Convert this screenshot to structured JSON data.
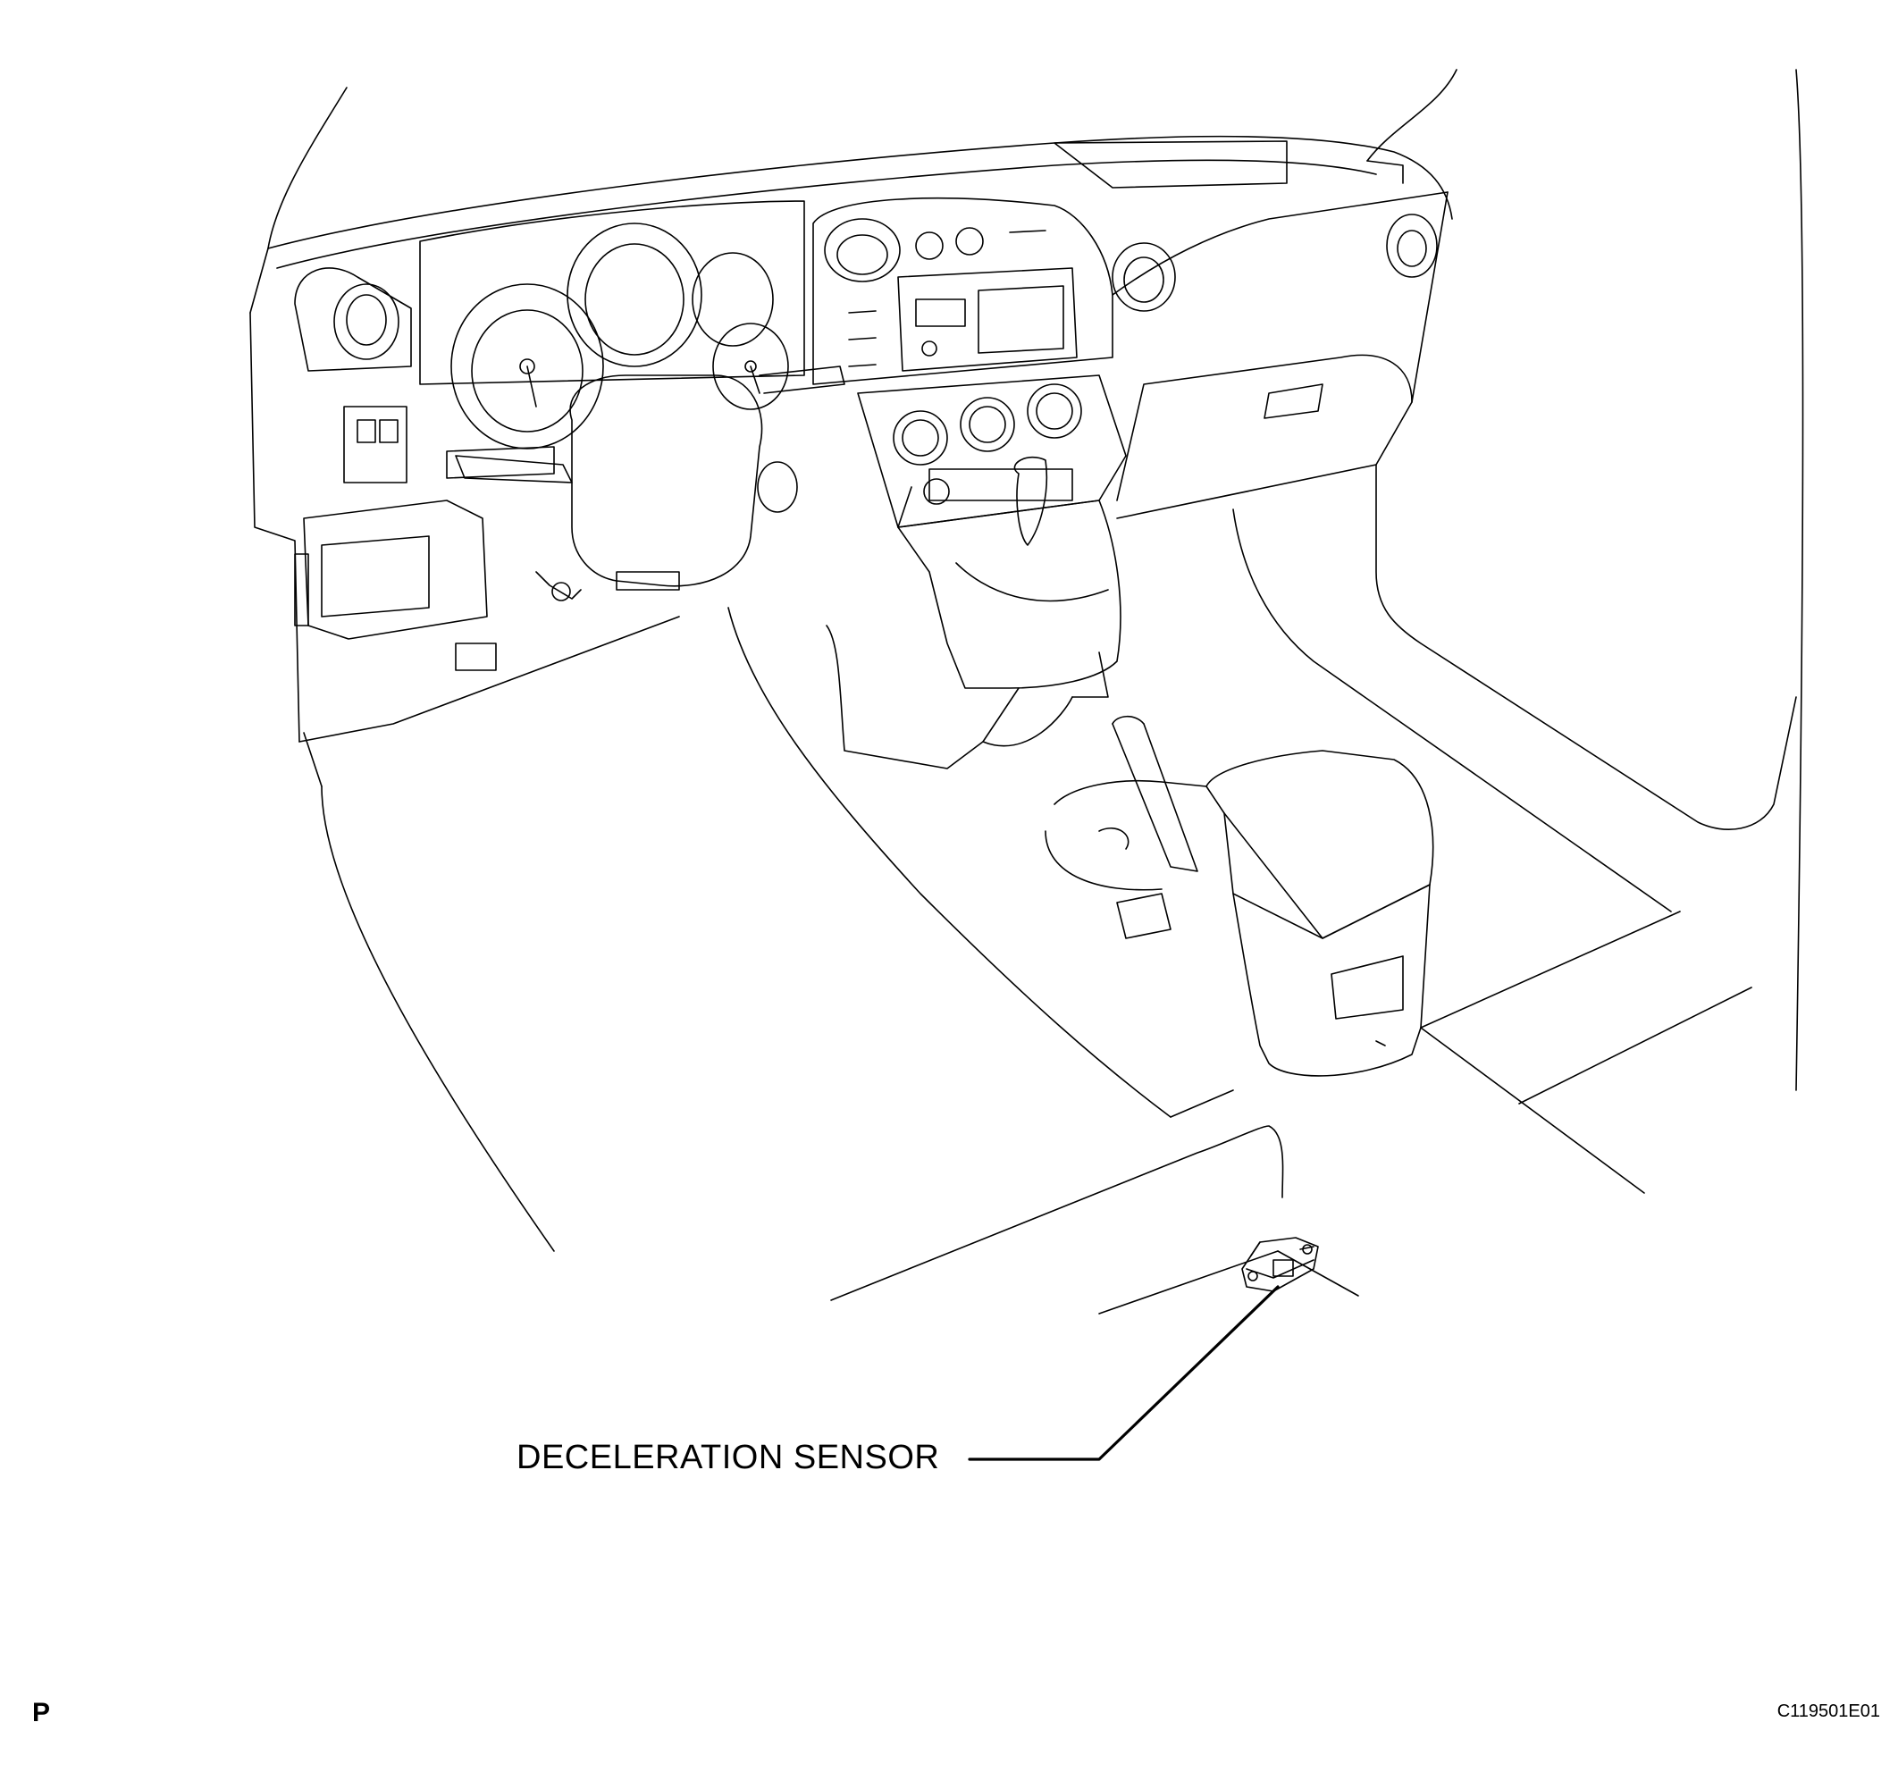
{
  "callout": {
    "label": "DECELERATION SENSOR"
  },
  "footer": {
    "page_mark": "P",
    "figure_id": "C119501E01"
  }
}
